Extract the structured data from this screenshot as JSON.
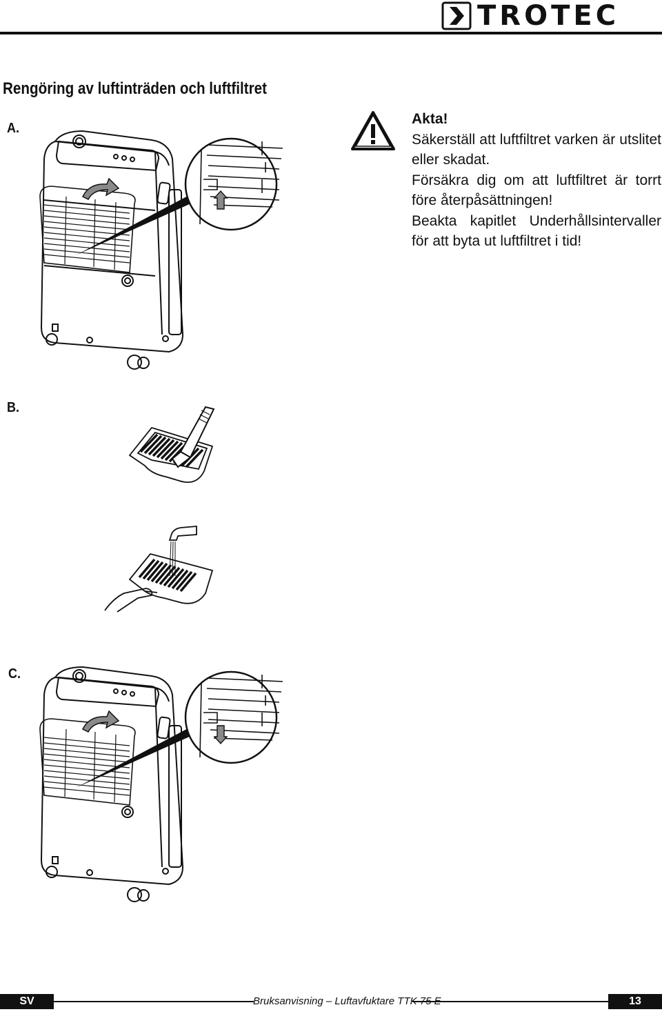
{
  "header": {
    "brand": "TROTEC",
    "logo_icon": "chevron-right-icon"
  },
  "page_title": "Rengöring av luftinträden och luftfiltret",
  "sections": {
    "a_label": "A.",
    "b_label": "B.",
    "c_label": "C."
  },
  "warning": {
    "icon": "warning-triangle-icon",
    "heading": "Akta!",
    "lines": [
      "Säkerställ att luftfiltret varken är utslitet eller skadat.",
      "Försäkra dig om att luftfiltret är torrt före återpåsättningen!",
      "Beakta kapitlet Underhållsintervaller för att byta ut luftfiltret i tid!"
    ]
  },
  "footer": {
    "language": "SV",
    "document": "Bruksanvisning – Luftavfuktare TTK 75 E",
    "page_number": "13"
  },
  "colors": {
    "ink": "#111111",
    "arrow_fill": "#8a8a8a",
    "background": "#ffffff"
  }
}
